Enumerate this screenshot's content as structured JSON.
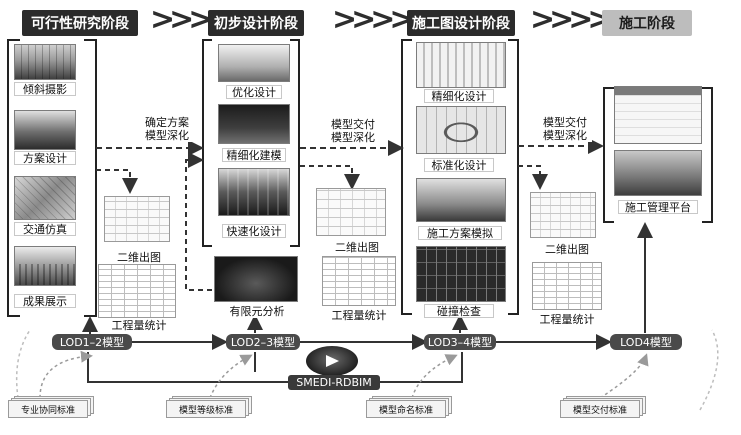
{
  "stages": [
    "可行性研究阶段",
    "初步设计阶段",
    "施工图设计阶段",
    "施工阶段"
  ],
  "thumbs": {
    "oblique": "倾斜摄影",
    "scheme": "方案设计",
    "traffic": "交通仿真",
    "show": "成果展示",
    "optimize": "优化设计",
    "fine_model": "精细化建模",
    "rapid": "快速化设计",
    "fea": "有限元分析",
    "refine": "精细化设计",
    "standard": "标准化设计",
    "construction_sim": "施工方案模拟",
    "clash": "碰撞检查",
    "platform": "施工管理平台"
  },
  "outputs": {
    "drawing": "二维出图",
    "quantity": "工程量统计"
  },
  "annotations": {
    "a1_line1": "确定方案",
    "a1_line2": "模型深化",
    "a2_line1": "模型交付",
    "a2_line2": "模型深化",
    "a3_line1": "模型交付",
    "a3_line2": "模型深化"
  },
  "lod": [
    "LOD1–2模型",
    "LOD2–3模型",
    "LOD3–4模型",
    "LOD4模型"
  ],
  "platform_center": "SMEDI-RDBIM",
  "standards": [
    "专业协同标准",
    "模型等级标准",
    "模型命名标准",
    "模型交付标准"
  ],
  "colors": {
    "dark": "#2b2b2b",
    "light_stage": "#bdbdbd",
    "lod": "#4a4a4a"
  }
}
